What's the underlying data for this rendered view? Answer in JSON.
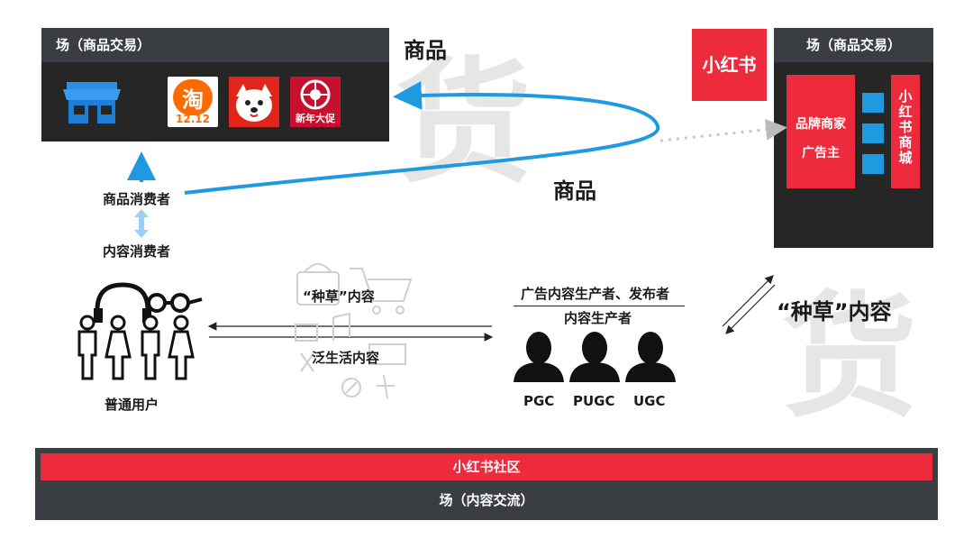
{
  "left_store": {
    "header": "场（商品交易）",
    "icons": [
      "store-icon",
      "taobao-logo",
      "jd-logo",
      "pinduoduo-logo"
    ],
    "taobao_text": "淘",
    "taobao_sub": "12.12",
    "pdd_sub": "新年大促"
  },
  "watermark_top": "货",
  "watermark_bottom": "货",
  "goods_label_top": "商品",
  "goods_label_mid": "商品",
  "xhs_logo": "小红书",
  "right_store": {
    "header": "场（商品交易）",
    "brand_box": [
      "品牌商家",
      "广告主"
    ],
    "mall_box": "小红书商城"
  },
  "consumer_goods": "商品消费者",
  "consumer_content": "内容消费者",
  "seed_content": "“种草”内容",
  "lifestyle_content": "泛生活内容",
  "ordinary_users": "普通用户",
  "producer_line1": "广告内容生产者、发布者",
  "producer_line2": "内容生产者",
  "producer_types": [
    "PGC",
    "PUGC",
    "UGC"
  ],
  "big_seed_label": "“种草”内容",
  "community_label": "小红书社区",
  "content_exchange_label": "场（内容交流）",
  "colors": {
    "red": "#ee2a3d",
    "dark": "#262626",
    "header": "#3a3d42",
    "blue": "#1e9be0"
  }
}
